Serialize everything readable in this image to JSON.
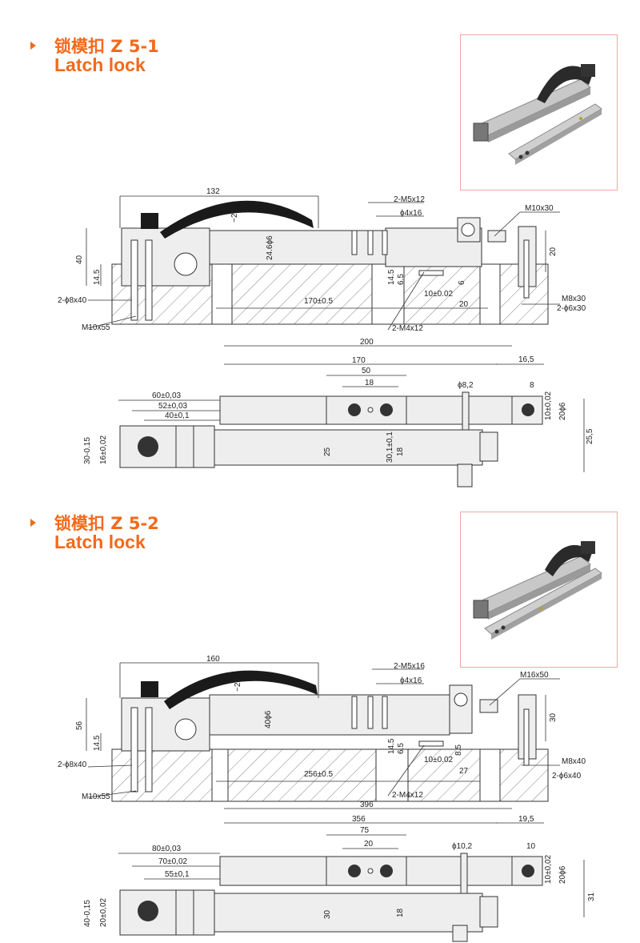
{
  "sections": [
    {
      "title_zh": "锁模扣 Z 5-1",
      "title_en": "Latch lock",
      "side_dims": {
        "top_overall": "132",
        "screws": "2-M5x12",
        "dowels": "ϕ4x16",
        "pivot": "M10x30",
        "arc_gap": "~20",
        "height": "40",
        "shaft": "24.6ϕ6",
        "right_h": "20",
        "h145": "14.5",
        "h145b": "14.5",
        "h65": "6.5",
        "six": "6",
        "pin_left": "2-ϕ8x40",
        "span": "170±0.5",
        "tol10": "10±0.02",
        "right20": "20",
        "m8": "M8x30",
        "pin_right": "2-ϕ6x30",
        "m10": "M10x55",
        "m4": "2-M4x12"
      },
      "plan_dims": {
        "d200": "200",
        "d170": "170",
        "d165": "16,5",
        "d50": "50",
        "d18": "18",
        "d82": "ϕ8,2",
        "d8": "8",
        "d60": "60±0,03",
        "d52": "52±0,03",
        "d40": "40±0,1",
        "r10": "10±0,02",
        "r20": "20ϕ6",
        "r255": "25,5",
        "l30": "30-0.15",
        "l16": "16±0,02",
        "m25": "25",
        "m301": "30,1±0,1",
        "m18": "18"
      }
    },
    {
      "title_zh": "锁模扣 Z 5-2",
      "title_en": "Latch lock",
      "side_dims": {
        "top_overall": "160",
        "screws": "2-M5x16",
        "dowels": "ϕ4x16",
        "pivot": "M16x50",
        "arc_gap": "~22",
        "height": "56",
        "shaft": "40ϕ6",
        "right_h": "30",
        "h145": "14.5",
        "h145b": "14.5",
        "h65": "6.5",
        "six": "8.5",
        "pin_left": "2-ϕ8x40",
        "span": "256±0.5",
        "tol10": "10±0.02",
        "right20": "27",
        "m8": "M8x40",
        "pin_right": "2-ϕ6x40",
        "m10": "M10x55",
        "m4": "2-M4x12"
      },
      "plan_dims": {
        "d200": "396",
        "d170": "356",
        "d165": "19,5",
        "d50": "75",
        "d18": "20",
        "d82": "ϕ10,2",
        "d8": "10",
        "d60": "80±0,03",
        "d52": "70±0,02",
        "d40": "55±0,1",
        "r10": "10±0,02",
        "r20": "20ϕ6",
        "r255": "31",
        "l30": "40-0,15",
        "l16": "20±0,02",
        "m25": "30",
        "m301": "",
        "m18": "18"
      }
    }
  ],
  "icons": {
    "bullet": "orange-triangle-bullet"
  },
  "colors": {
    "accent": "#f26a1b",
    "photo_border": "#f3a7a0"
  }
}
